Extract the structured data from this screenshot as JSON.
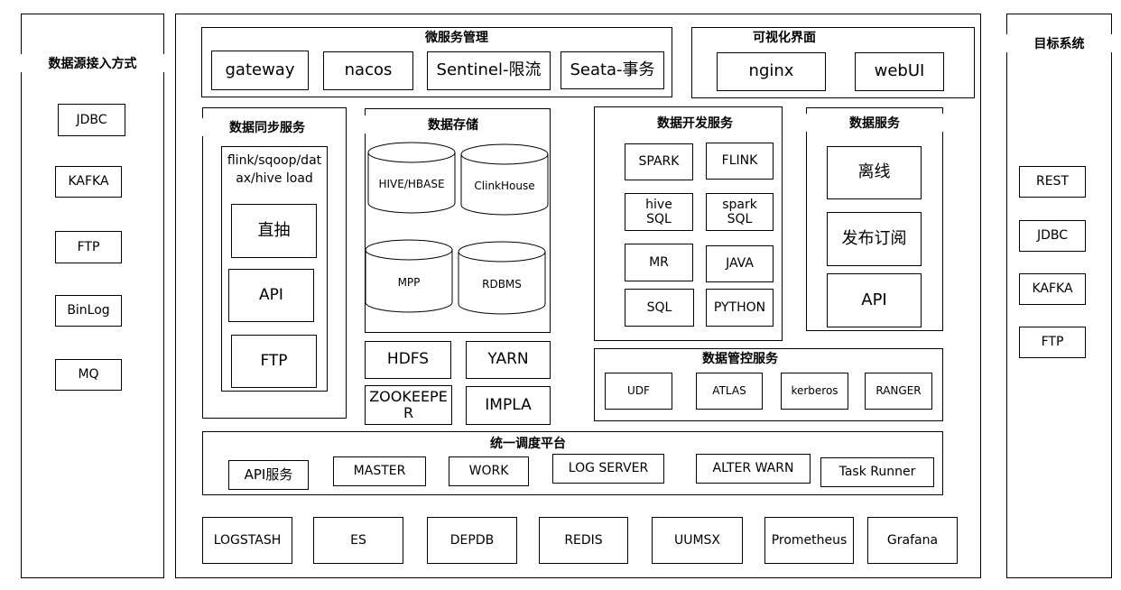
{
  "left_panel": {
    "title": "数据源接入方式",
    "items": [
      "JDBC",
      "KAFKA",
      "FTP",
      "BinLog",
      "MQ"
    ]
  },
  "right_panel": {
    "title": "目标系统",
    "items": [
      "REST",
      "JDBC",
      "KAFKA",
      "FTP"
    ]
  },
  "microservice": {
    "title": "微服务管理",
    "items": [
      "gateway",
      "nacos",
      "Sentinel-限流",
      "Seata-事务"
    ]
  },
  "visual": {
    "title": "可视化界面",
    "items": [
      "nginx",
      "webUI"
    ]
  },
  "sync": {
    "title": "数据同步服务",
    "tools_label": "flink/sqoop/datax/hive load",
    "items": [
      "直抽",
      "API",
      "FTP"
    ]
  },
  "storage": {
    "title": "数据存储",
    "databases": [
      "HIVE/HBASE",
      "ClinkHouse",
      "MPP",
      "RDBMS"
    ]
  },
  "infra": {
    "items": [
      "HDFS",
      "YARN",
      "ZOOKEEPER",
      "IMPLA"
    ]
  },
  "dev": {
    "title": "数据开发服务",
    "items": [
      "SPARK",
      "FLINK",
      "hive SQL",
      "spark SQL",
      "MR",
      "JAVA",
      "SQL",
      "PYTHON"
    ]
  },
  "data_service": {
    "title": "数据服务",
    "items": [
      "离线",
      "发布订阅",
      "API"
    ]
  },
  "governance": {
    "title": "数据管控服务",
    "items": [
      "UDF",
      "ATLAS",
      "kerberos",
      "RANGER"
    ]
  },
  "scheduler": {
    "title": "统一调度平台",
    "items": [
      "API服务",
      "MASTER",
      "WORK",
      "LOG SERVER",
      "ALTER WARN",
      "Task Runner"
    ]
  },
  "bottom": {
    "items": [
      "LOGSTASH",
      "ES",
      "DEPDB",
      "REDIS",
      "UUMSX",
      "Prometheus",
      "Grafana"
    ]
  }
}
